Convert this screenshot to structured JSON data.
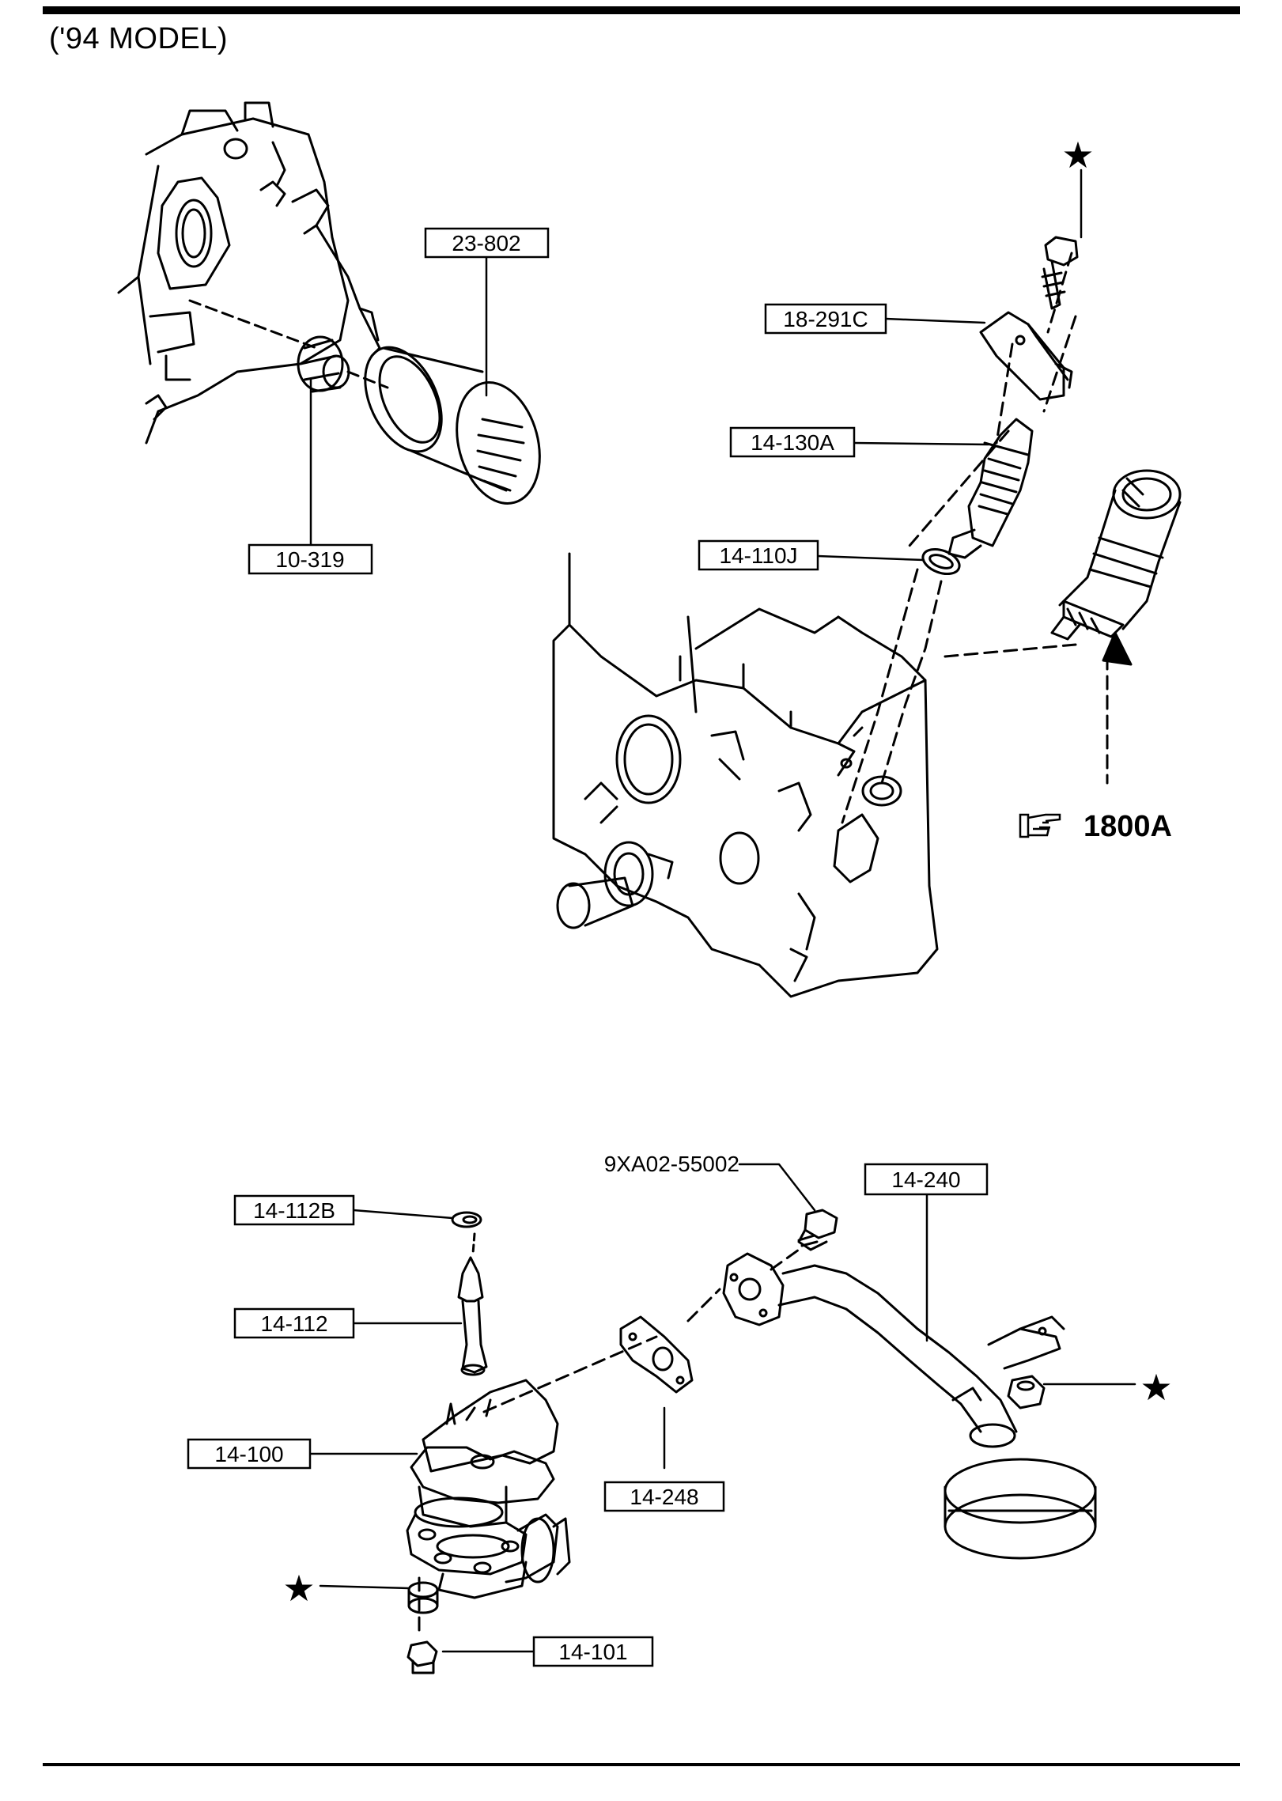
{
  "header": {
    "model_label": "('94 MODEL)"
  },
  "reference": {
    "label": "1800A"
  },
  "parts": {
    "p_23_802": "23-802",
    "p_10_319": "10-319",
    "p_18_291c": "18-291C",
    "p_14_130a": "14-130A",
    "p_14_110j": "14-110J",
    "p_14_112b": "14-112B",
    "p_14_112": "14-112",
    "p_14_100": "14-100",
    "p_14_101": "14-101",
    "p_14_248": "14-248",
    "p_14_240": "14-240",
    "p_9xa02": "9XA02-55002"
  },
  "markers": {
    "star": "★"
  }
}
